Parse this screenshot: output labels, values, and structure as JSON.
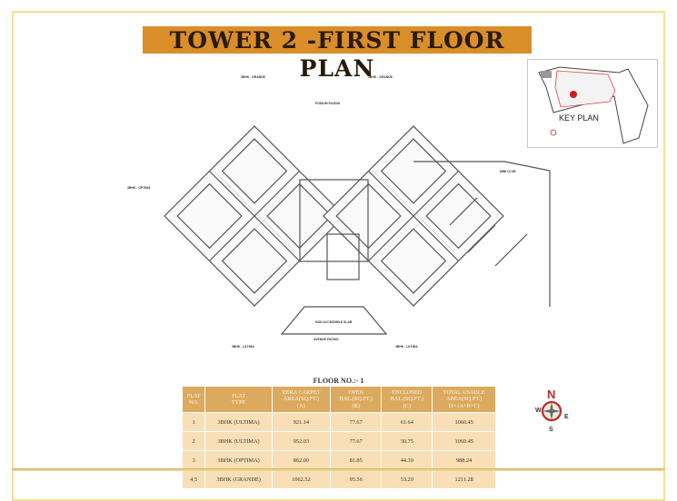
{
  "title": "TOWER 2 -FIRST FLOOR PLAN",
  "key_plan": {
    "label": "KEY PLAN"
  },
  "plan_labels": {
    "podium": "PODIUM FACING",
    "avenue": "AVENUE FACING",
    "slab": "NON ACCESSIBLE SLAB",
    "club": "MINI CLUB",
    "grande_left": "3BHK - GRANDE",
    "grande_right": "3BHK - GRANDE",
    "optima": "3BHK - OPTIMA",
    "ultima_left": "3BHK - ULTIMA",
    "ultima_right": "3BHK - ULTIMA"
  },
  "floor_no": "FLOOR NO.:- 1",
  "table": {
    "headers": [
      [
        "FLAT",
        "NO."
      ],
      [
        "FLAT",
        "TYPE"
      ],
      [
        "RERA CARPET",
        "AREA(SQ.FT.)",
        "(A)"
      ],
      [
        "OPEN",
        "BAL.(SQ.FT.)",
        "(B)"
      ],
      [
        "ENCLOSED",
        "BAL.(SQ.FT.)",
        "(C)"
      ],
      [
        "TOTAL USABLE",
        "AREA(SQ.FT.)",
        "D= (A+B+C)"
      ]
    ],
    "rows": [
      [
        "1",
        "3BHK (ULTIMA)",
        "921.14",
        "77.67",
        "61.64",
        "1060.45"
      ],
      [
        "2",
        "3BHK (ULTIMA)",
        "952.03",
        "77.67",
        "30.75",
        "1060.45"
      ],
      [
        "3",
        "3BHK (OPTIMA)",
        "862.00",
        "81.85",
        "44.39",
        "988.24"
      ],
      [
        "4,5",
        "3BHK (GRANDE)",
        "1062.52",
        "95.56",
        "53.20",
        "1211.28"
      ]
    ]
  },
  "compass": {
    "n": "N",
    "s": "S",
    "e": "E",
    "w": "W"
  },
  "colors": {
    "title_bg": "#d98e2a",
    "header_bg": "#dcaa5e",
    "row_bg": "#f8dfb5",
    "border": "#f6df96",
    "compass_red": "#c0282d"
  }
}
